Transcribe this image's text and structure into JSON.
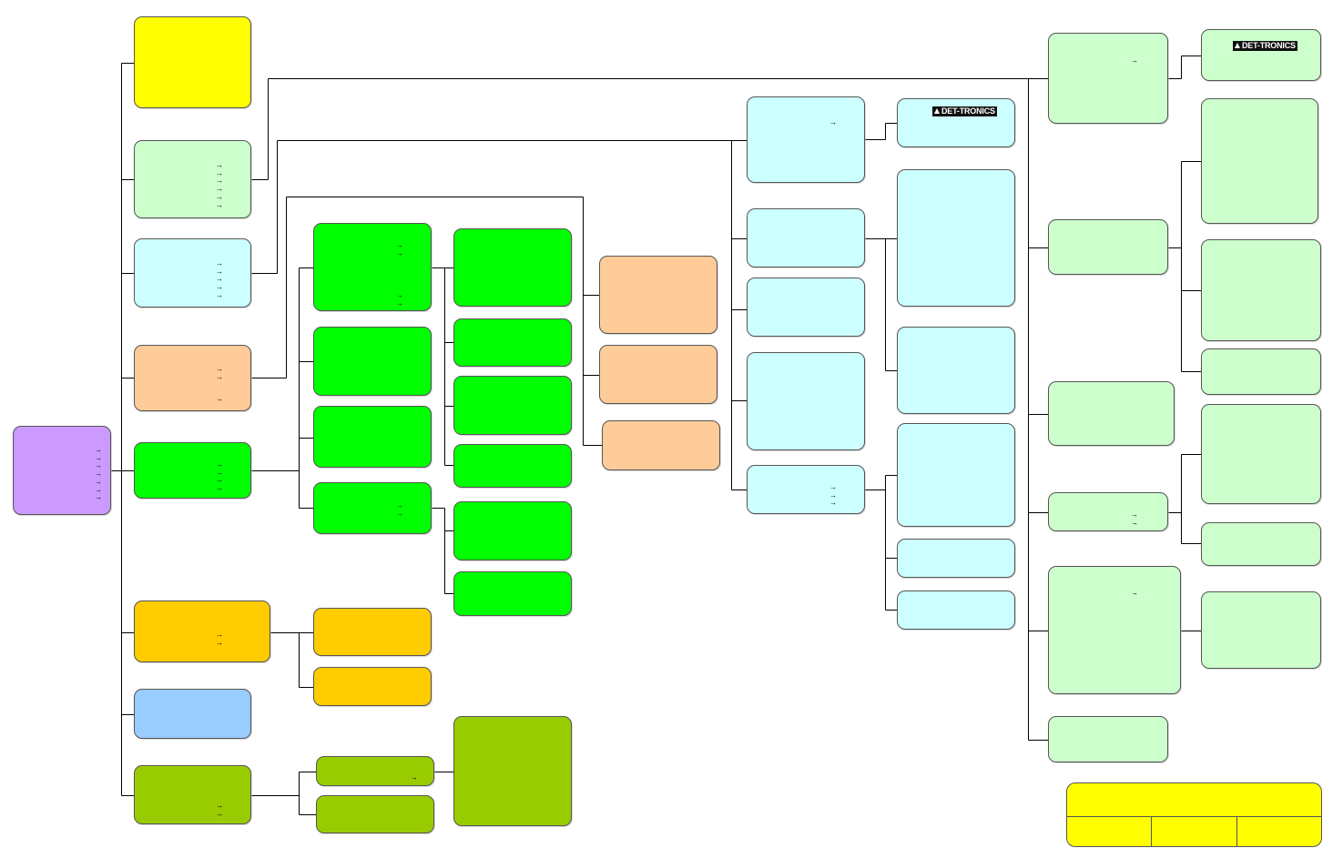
{
  "colors": {
    "root": "#cc99ff",
    "yellow": "#ffff00",
    "pale_green": "#ccffcc",
    "pale_cyan": "#ccffff",
    "peach": "#ffcc99",
    "green": "#00ff00",
    "gold": "#ffcc00",
    "sky": "#99ccff",
    "olive": "#99cc00"
  },
  "icons": {
    "arrow": "→",
    "logo_text": "DET-TRONICS"
  },
  "diagram": {
    "nodes": [
      {
        "id": "root",
        "color": "root",
        "arrows": 7
      },
      {
        "id": "yellow-top",
        "color": "yellow",
        "arrows": 0
      },
      {
        "id": "palegreen-branch",
        "color": "pale_green",
        "arrows": 6
      },
      {
        "id": "palecyan-branch",
        "color": "pale_cyan",
        "arrows": 5
      },
      {
        "id": "peach-branch",
        "color": "peach",
        "arrows": 3
      },
      {
        "id": "green-branch",
        "color": "green",
        "arrows": 4
      },
      {
        "id": "gold-branch",
        "color": "gold",
        "arrows": 2
      },
      {
        "id": "sky-branch",
        "color": "sky",
        "arrows": 0
      },
      {
        "id": "olive-branch",
        "color": "olive",
        "arrows": 2
      },
      {
        "id": "green-a",
        "color": "green",
        "arrows": 4
      },
      {
        "id": "green-b",
        "color": "green",
        "arrows": 0
      },
      {
        "id": "green-c",
        "color": "green",
        "arrows": 0
      },
      {
        "id": "green-d",
        "color": "green",
        "arrows": 2
      },
      {
        "id": "green-a1",
        "color": "green",
        "arrows": 0
      },
      {
        "id": "green-a2",
        "color": "green",
        "arrows": 0
      },
      {
        "id": "green-a3",
        "color": "green",
        "arrows": 0
      },
      {
        "id": "green-a4",
        "color": "green",
        "arrows": 0
      },
      {
        "id": "green-d1",
        "color": "green",
        "arrows": 0
      },
      {
        "id": "green-d2",
        "color": "green",
        "arrows": 0
      },
      {
        "id": "gold-a",
        "color": "gold",
        "arrows": 0
      },
      {
        "id": "gold-b",
        "color": "gold",
        "arrows": 0
      },
      {
        "id": "olive-a",
        "color": "olive",
        "arrows": 1
      },
      {
        "id": "olive-b",
        "color": "olive",
        "arrows": 0
      },
      {
        "id": "olive-big",
        "color": "olive",
        "arrows": 0
      },
      {
        "id": "peach-a",
        "color": "peach",
        "arrows": 0
      },
      {
        "id": "peach-b",
        "color": "peach",
        "arrows": 0
      },
      {
        "id": "peach-c",
        "color": "peach",
        "arrows": 0
      },
      {
        "id": "cyan-a",
        "color": "pale_cyan",
        "arrows": 1
      },
      {
        "id": "cyan-b",
        "color": "pale_cyan",
        "arrows": 0
      },
      {
        "id": "cyan-c",
        "color": "pale_cyan",
        "arrows": 0
      },
      {
        "id": "cyan-d",
        "color": "pale_cyan",
        "arrows": 0
      },
      {
        "id": "cyan-e",
        "color": "pale_cyan",
        "arrows": 3
      },
      {
        "id": "cyan-logo",
        "color": "pale_cyan",
        "arrows": 0,
        "logo": true
      },
      {
        "id": "cyan-b1",
        "color": "pale_cyan",
        "arrows": 0
      },
      {
        "id": "cyan-b2",
        "color": "pale_cyan",
        "arrows": 0
      },
      {
        "id": "cyan-e1",
        "color": "pale_cyan",
        "arrows": 0
      },
      {
        "id": "cyan-e2",
        "color": "pale_cyan",
        "arrows": 0
      },
      {
        "id": "cyan-e3",
        "color": "pale_cyan",
        "arrows": 0
      },
      {
        "id": "pg-a",
        "color": "pale_green",
        "arrows": 1
      },
      {
        "id": "pg-b",
        "color": "pale_green",
        "arrows": 0
      },
      {
        "id": "pg-c",
        "color": "pale_green",
        "arrows": 0
      },
      {
        "id": "pg-d",
        "color": "pale_green",
        "arrows": 2
      },
      {
        "id": "pg-e",
        "color": "pale_green",
        "arrows": 1
      },
      {
        "id": "pg-f",
        "color": "pale_green",
        "arrows": 0
      },
      {
        "id": "pg-logo",
        "color": "pale_green",
        "arrows": 0,
        "logo": true
      },
      {
        "id": "pg-b1",
        "color": "pale_green",
        "arrows": 0
      },
      {
        "id": "pg-b2",
        "color": "pale_green",
        "arrows": 0
      },
      {
        "id": "pg-b3",
        "color": "pale_green",
        "arrows": 0
      },
      {
        "id": "pg-d1",
        "color": "pale_green",
        "arrows": 0
      },
      {
        "id": "pg-d2",
        "color": "pale_green",
        "arrows": 0
      },
      {
        "id": "pg-e1",
        "color": "pale_green",
        "arrows": 0
      }
    ]
  }
}
